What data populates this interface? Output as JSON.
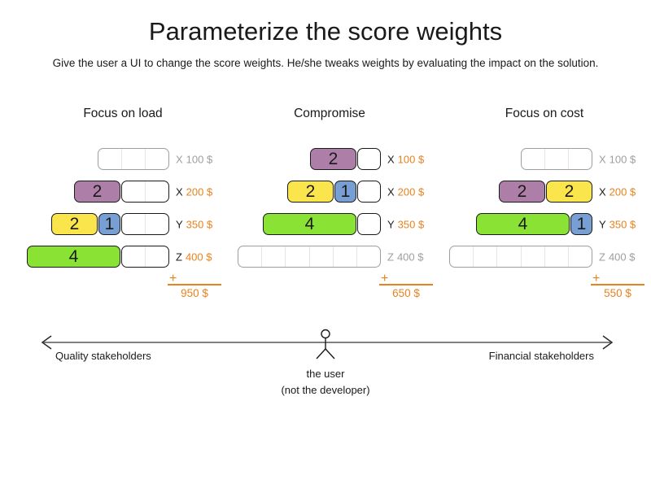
{
  "title": "Parameterize the score weights",
  "subtitle": "Give the user a UI to change the score weights. He/she tweaks weights by evaluating the impact on the solution.",
  "plus_sign": "+",
  "colors": {
    "purple": "#ad7fa8",
    "yellow": "#fbe54d",
    "blue": "#779fd4",
    "green": "#8ae234",
    "accent_orange": "#e8821e",
    "inactive_gray": "#9e9e9e"
  },
  "columns": [
    {
      "header": "Focus on load",
      "rows": [
        {
          "letter": "X",
          "price": "100 $",
          "active": false,
          "blocks": [],
          "empty_cells": 3
        },
        {
          "letter": "X",
          "price": "200 $",
          "active": true,
          "blocks": [
            {
              "value": "2",
              "color": "purple"
            }
          ],
          "empty_cells": 2
        },
        {
          "letter": "Y",
          "price": "350 $",
          "active": true,
          "blocks": [
            {
              "value": "2",
              "color": "yellow"
            },
            {
              "value": "1",
              "color": "blue"
            }
          ],
          "empty_cells": 2
        },
        {
          "letter": "Z",
          "price": "400 $",
          "active": true,
          "blocks": [
            {
              "value": "4",
              "color": "green"
            }
          ],
          "empty_cells": 2
        }
      ],
      "total": "950 $"
    },
    {
      "header": "Compromise",
      "rows": [
        {
          "letter": "X",
          "price": "100 $",
          "active": true,
          "blocks": [
            {
              "value": "2",
              "color": "purple"
            }
          ],
          "empty_cells": 1
        },
        {
          "letter": "X",
          "price": "200 $",
          "active": true,
          "blocks": [
            {
              "value": "2",
              "color": "yellow"
            },
            {
              "value": "1",
              "color": "blue"
            }
          ],
          "empty_cells": 1
        },
        {
          "letter": "Y",
          "price": "350 $",
          "active": true,
          "blocks": [
            {
              "value": "4",
              "color": "green"
            }
          ],
          "empty_cells": 1
        },
        {
          "letter": "Z",
          "price": "400 $",
          "active": false,
          "blocks": [],
          "empty_cells": 6
        }
      ],
      "total": "650 $"
    },
    {
      "header": "Focus on cost",
      "rows": [
        {
          "letter": "X",
          "price": "100 $",
          "active": false,
          "blocks": [],
          "empty_cells": 3
        },
        {
          "letter": "X",
          "price": "200 $",
          "active": true,
          "blocks": [
            {
              "value": "2",
              "color": "purple"
            },
            {
              "value": "2",
              "color": "yellow"
            }
          ],
          "empty_cells": 0
        },
        {
          "letter": "Y",
          "price": "350 $",
          "active": true,
          "blocks": [
            {
              "value": "4",
              "color": "green"
            },
            {
              "value": "1",
              "color": "blue"
            }
          ],
          "empty_cells": 0
        },
        {
          "letter": "Z",
          "price": "400 $",
          "active": false,
          "blocks": [],
          "empty_cells": 6
        }
      ],
      "total": "550 $"
    }
  ],
  "axis": {
    "left_label": "Quality stakeholders",
    "right_label": "Financial stakeholders",
    "caption_line1": "the user",
    "caption_line2": "(not the developer)"
  }
}
